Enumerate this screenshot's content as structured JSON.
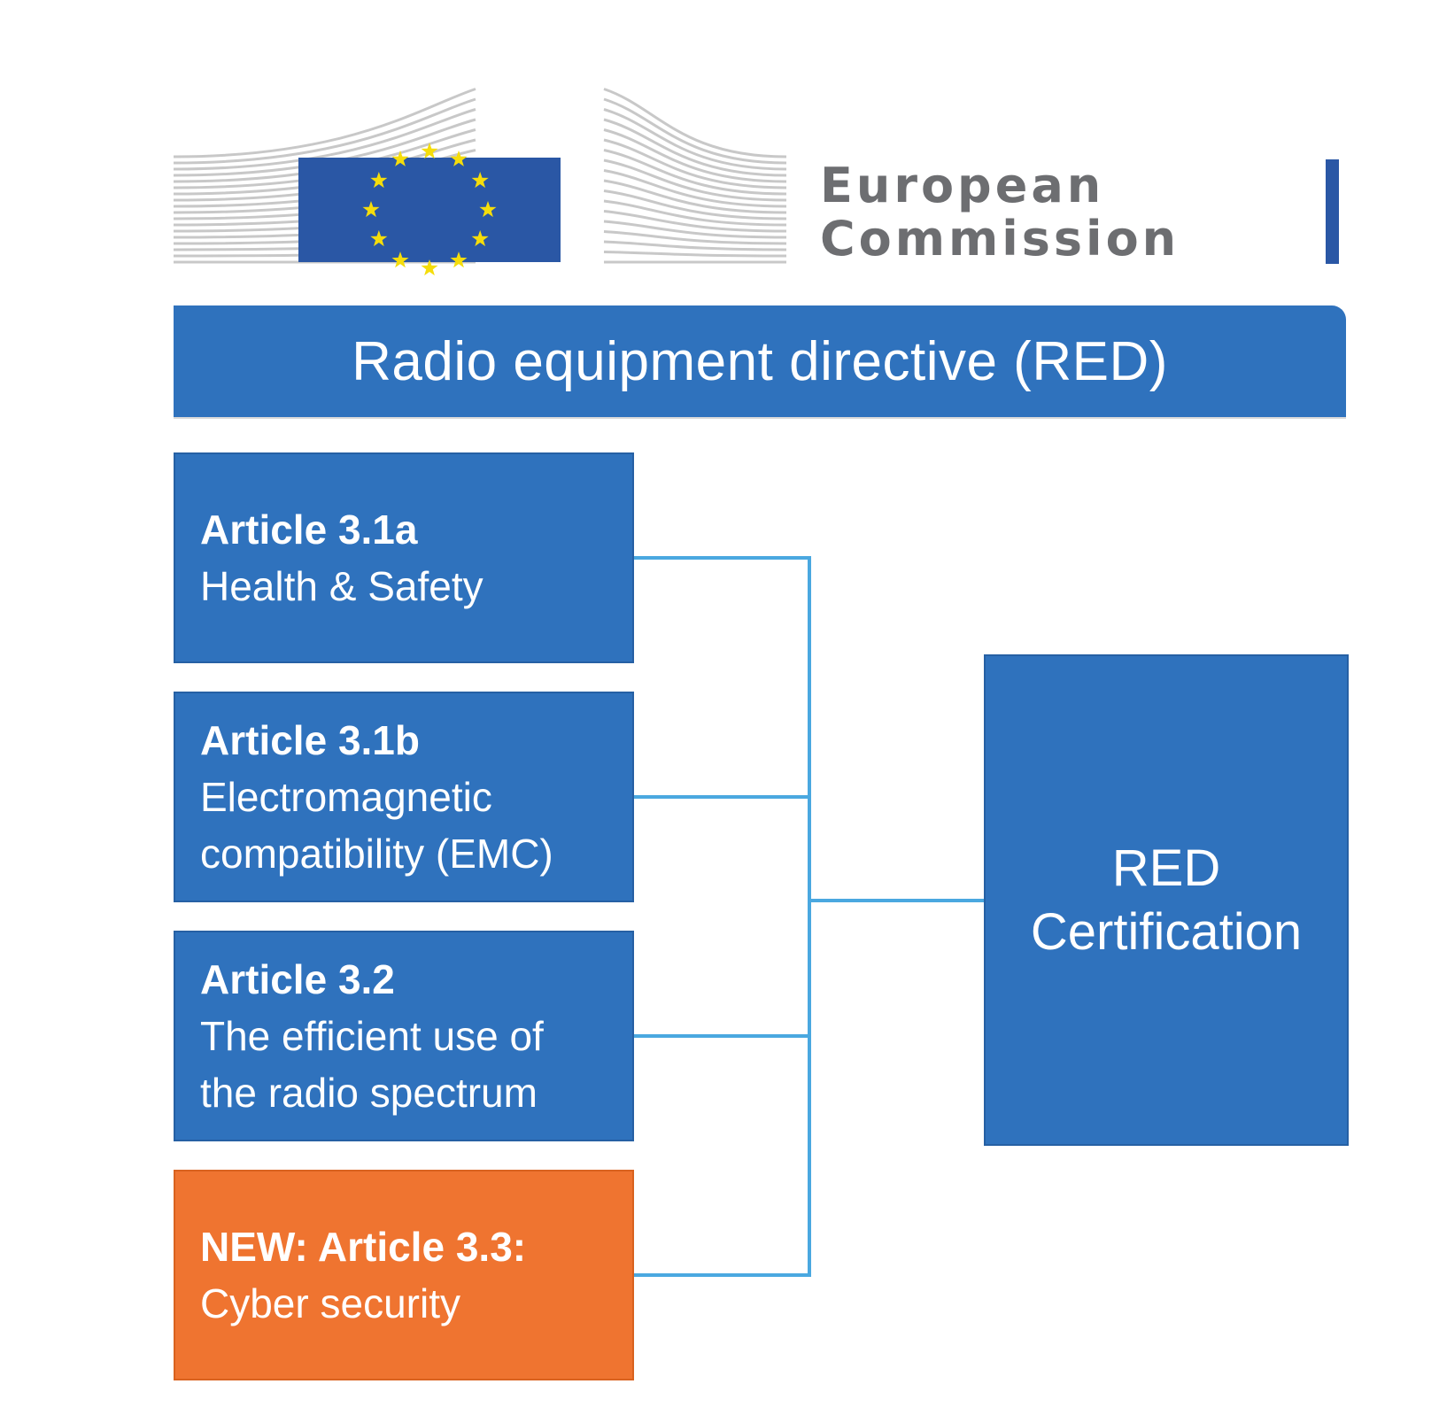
{
  "logo": {
    "line1": "European",
    "line2": "Commission",
    "flag_color": "#2a57a5",
    "star_color": "#f5dd0b",
    "star_count": 12
  },
  "banner": {
    "title": "Radio equipment directive (RED)"
  },
  "articles": [
    {
      "title": "Article 3.1a",
      "description": "Health & Safety",
      "color": "#2f72bd"
    },
    {
      "title": "Article 3.1b",
      "description": "Electromagnetic\ncompatibility (EMC)",
      "color": "#2f72bd"
    },
    {
      "title": "Article 3.2",
      "description": "The efficient use of\nthe radio spectrum",
      "color": "#2f72bd"
    },
    {
      "title": "NEW: Article 3.3:",
      "description": "Cyber security",
      "color": "#ef7430"
    }
  ],
  "certification": {
    "line1": "RED",
    "line2": "Certification"
  },
  "connector_color": "#4aa8e0"
}
